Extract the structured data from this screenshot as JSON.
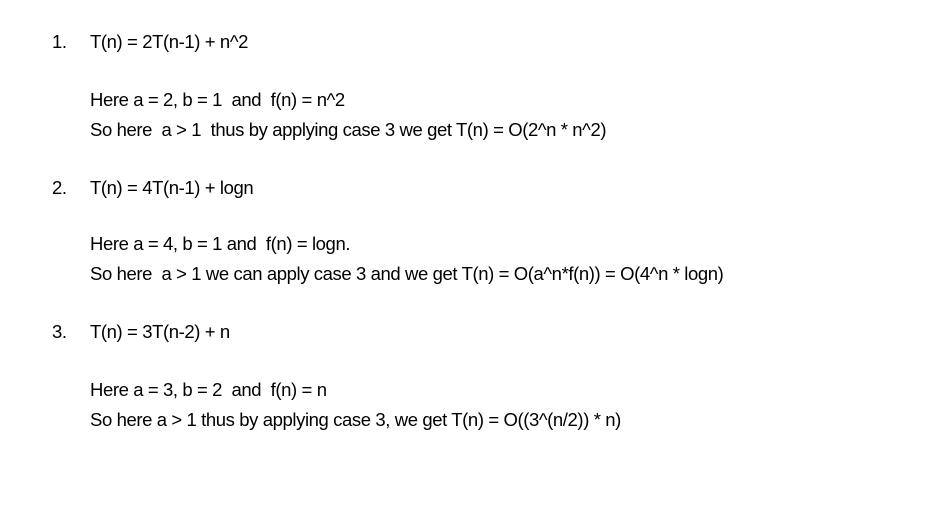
{
  "items": [
    {
      "number": "1.",
      "recurrence": "T(n) = 2T(n-1) + n^2",
      "params": "Here a = 2, b = 1  and  f(n) = n^2",
      "conclusion": "So here  a > 1  thus by applying case 3 we get T(n) = O(2^n * n^2)"
    },
    {
      "number": "2.",
      "recurrence": "T(n) = 4T(n-1) + logn",
      "params": "Here a = 4, b = 1 and  f(n) = logn.",
      "conclusion": "So here  a > 1 we can apply case 3 and we get T(n) = O(a^n*f(n)) = O(4^n * logn)"
    },
    {
      "number": "3.",
      "recurrence": "T(n) = 3T(n-2) + n",
      "params": "Here a = 3, b = 2  and  f(n) = n",
      "conclusion": "So here a > 1 thus by applying case 3, we get T(n) = O((3^(n/2)) * n)"
    }
  ]
}
